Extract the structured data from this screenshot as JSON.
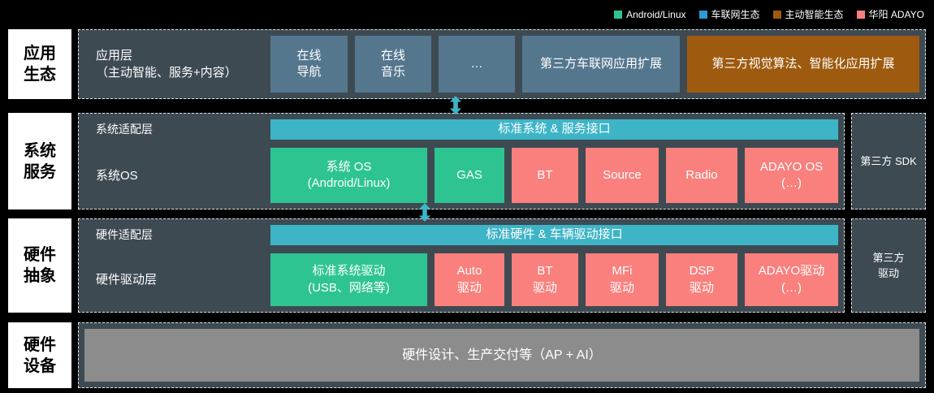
{
  "legend": {
    "items": [
      {
        "label": "Android/Linux",
        "color": "#2ec492"
      },
      {
        "label": "车联网生态",
        "color": "#2a9ad3"
      },
      {
        "label": "主动智能生态",
        "color": "#9e5a0e"
      },
      {
        "label": "华阳 ADAYO",
        "color": "#f9807d"
      }
    ]
  },
  "side_labels": {
    "app": "应用\n生态",
    "system": "系统\n服务",
    "hardware": "硬件\n抽象",
    "device": "硬件\n设备"
  },
  "app_row": {
    "layer_title": "应用层\n（主动智能、服务+内容）",
    "boxes": [
      {
        "label": "在线\n导航"
      },
      {
        "label": "在线\n音乐"
      },
      {
        "label": "…"
      },
      {
        "label": "第三方车联网应用扩展"
      }
    ],
    "vision_box": "第三方视觉算法、智能化应用扩展"
  },
  "system_row": {
    "adapter_label": "系统适配层",
    "adapter_bar": "标准系统 & 服务接口",
    "os_label": "系统OS",
    "boxes": [
      {
        "label": "系统 OS\n(Android/Linux)"
      },
      {
        "label": "GAS"
      },
      {
        "label": "BT"
      },
      {
        "label": "Source"
      },
      {
        "label": "Radio"
      },
      {
        "label": "ADAYO OS\n(…)"
      }
    ],
    "sdk_box": "第三方 SDK"
  },
  "hardware_row": {
    "adapter_label": "硬件适配层",
    "adapter_bar": "标准硬件 & 车辆驱动接口",
    "driver_label": "硬件驱动层",
    "boxes": [
      {
        "label": "标准系统驱动\n(USB、网络等)"
      },
      {
        "label": "Auto\n驱动"
      },
      {
        "label": "BT\n驱动"
      },
      {
        "label": "MFi\n驱动"
      },
      {
        "label": "DSP\n驱动"
      },
      {
        "label": "ADAYO驱动\n(…)"
      }
    ],
    "driver_box": "第三方\n驱动"
  },
  "device_row": {
    "box": "硬件设计、生产交付等（AP + AI）"
  },
  "colors": {
    "background": "#000000",
    "container": "#3e4a52",
    "app_blue": "#54778e",
    "brown": "#9e5a0e",
    "teal": "#3eb4c7",
    "green": "#2ec492",
    "pink": "#f9807d",
    "gray": "#8c8c8c",
    "arrow": "#3eb4c7"
  }
}
